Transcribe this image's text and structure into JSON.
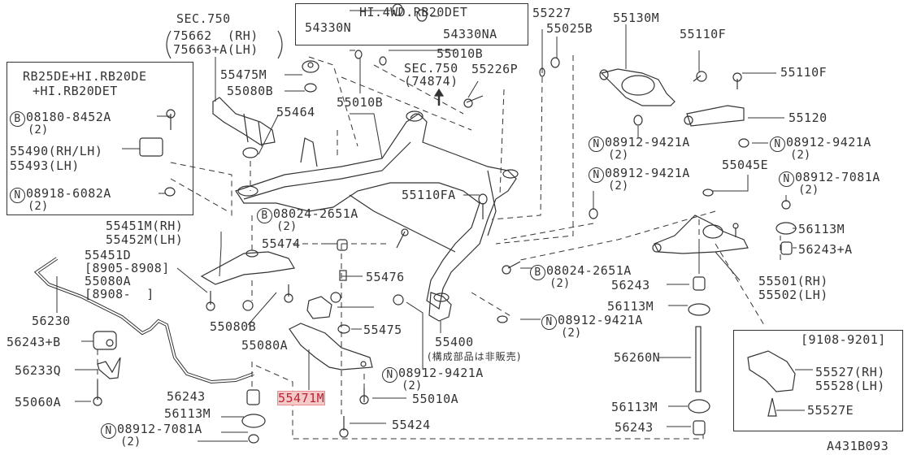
{
  "diagram_id": "A431B093",
  "highlight_color": "#f6c9c9",
  "boxes": {
    "left_inset_title": [
      "RB25DE+HI.RB20DE",
      "+HI.RB20DET"
    ],
    "top_inset_title": "HI.4WD.RB20DET",
    "bottom_right_inset_title": "[9108-9201]"
  },
  "labels": {
    "sec750_a": "SEC.750",
    "sec750_a_rh": "75662  (RH)",
    "sec750_a_lh": "75663+A(LH)",
    "p08180": "08180-8452A",
    "p08180_qty": "(2)",
    "p55490": "55490(RH/LH)",
    "p55493": "55493(LH)",
    "p08918": "08918-6082A",
    "p08918_qty": "(2)",
    "p54330N": "54330N",
    "p54330NA": "54330NA",
    "p55475M": "55475M",
    "p55080B_top": "55080B",
    "p55464": "55464",
    "p55010B_a": "55010B",
    "p55010B_b": "55010B",
    "sec750_b": "SEC.750",
    "sec750_b_num": "(74874)",
    "p55227": "55227",
    "p55025B": "55025B",
    "p55226P": "55226P",
    "p55130M": "55130M",
    "p55110F_a": "55110F",
    "p55110F_b": "55110F",
    "p55120": "55120",
    "n08912_9421A_a": "08912-9421A",
    "n08912_9421A_a_qty": "(2)",
    "n08912_9421A_b": "08912-9421A",
    "n08912_9421A_b_qty": "(2)",
    "n08912_9421A_c": "08912-9421A",
    "n08912_9421A_c_qty": "(2)",
    "p55045E": "55045E",
    "n08912_7081A_a": "08912-7081A",
    "n08912_7081A_a_qty": "(2)",
    "p55110FA": "55110FA",
    "b08024_a": "08024-2651A",
    "b08024_a_qty": "(2)",
    "p55451M": "55451M(RH)",
    "p55452M": "55452M(LH)",
    "p55451D": "55451D",
    "p55451D_range": "[8905-8908]",
    "p55080A_a": "55080A",
    "p55080A_a_range": "[8908-  ]",
    "p55474": "55474",
    "p55476": "55476",
    "b08024_b": "08024-2651A",
    "b08024_b_qty": "(2)",
    "p56113M_a": "56113M",
    "p56243_plusA": "56243+A",
    "p55501": "55501(RH)",
    "p55502": "55502(LH)",
    "p56243_a": "56243",
    "p56113M_b": "56113M",
    "n08912_9421A_d": "08912-9421A",
    "n08912_9421A_d_qty": "(2)",
    "p56230": "56230",
    "p56243_plusB": "56243+B",
    "p55080B_b": "55080B",
    "p55475": "55475",
    "p55400": "55400",
    "p55400_note": "(構成部品は非販売)",
    "p55080A_b": "55080A",
    "n08912_9421A_e": "08912-9421A",
    "n08912_9421A_e_qty": "(2)",
    "p56233Q": "56233Q",
    "p56260N": "56260N",
    "p55527": "55527(RH)",
    "p55528": "55528(LH)",
    "p55471M": "55471M",
    "p55010A": "55010A",
    "p55060A": "55060A",
    "p56243_b": "56243",
    "p56113M_c": "56113M",
    "p55527E": "55527E",
    "p55424": "55424",
    "p56113M_d": "56113M",
    "p56243_c": "56243",
    "n08912_7081A_b": "08912-7081A",
    "n08912_7081A_b_qty": "(2)"
  },
  "symbols": {
    "bolt_marker": "B",
    "nut_marker": "N"
  }
}
